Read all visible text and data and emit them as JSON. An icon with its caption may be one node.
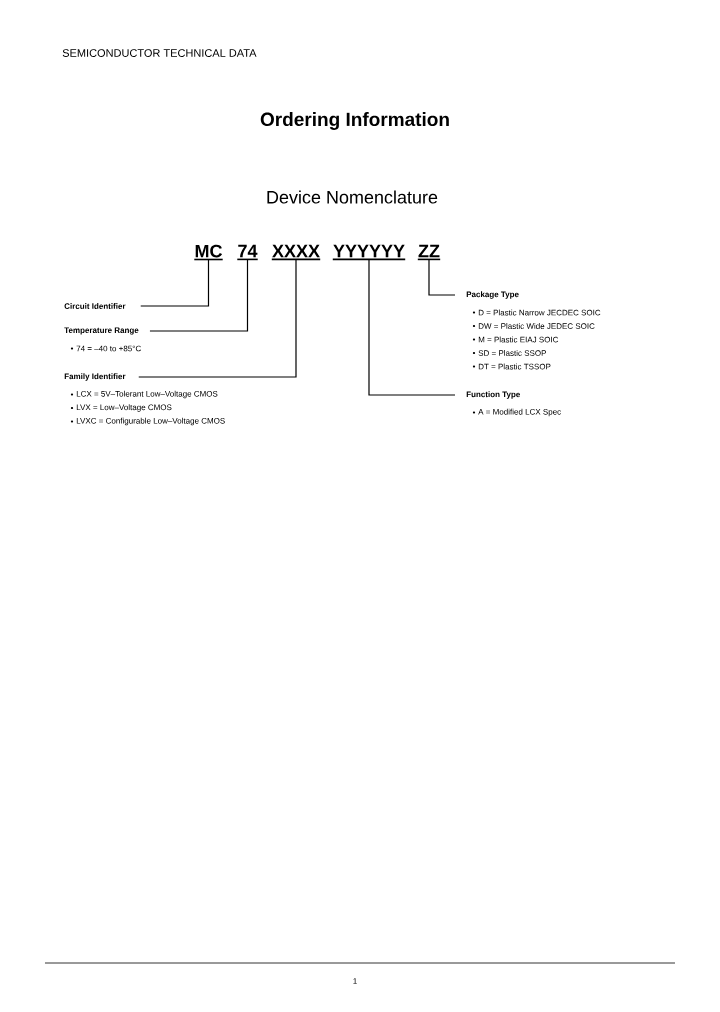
{
  "diagram": {
    "title": "Ordering Information",
    "nodes": [
      {
        "text": [
          "MC"
        ]
      },
      {
        "text": [
          "74"
        ]
      },
      {
        "text": [
          "XXXX"
        ]
      },
      {
        "text": [
          "YYYYYY"
        ]
      },
      {
        "text": [
          "ZZ"
        ]
      },
      {
        "text": [
          "Circuit Identifier"
        ]
      },
      {
        "text": [
          "Package Type",
          "D = Plastic Narrow JECDEC SOIC",
          "DW = Plastic Wide JEDEC SOIC",
          "M = Plastic EIAJ SOIC",
          "SD = Plastic SSOP",
          "DT = Plastic TSSOP"
        ]
      },
      {
        "text": [
          "Temperature Range",
          "74 = –40 to +85°C"
        ]
      },
      {
        "text": [
          "Family Identifier",
          "LCX = 5V–Tolerant Low–Voltage CMOS",
          "LVX = Low–Voltage CMOS",
          "LVXC = Configurable Low–Voltage CMOS"
        ]
      },
      {
        "text": [
          "Function Type",
          "A = Modified LCX Spec"
        ]
      }
    ],
    "edges": [
      {
        "from": 5,
        "to": 0,
        "arrow": "none"
      },
      {
        "from": 6,
        "to": 4,
        "arrow": "none"
      },
      {
        "from": 7,
        "to": 1,
        "arrow": "none"
      },
      {
        "from": 8,
        "to": 2,
        "arrow": "none"
      },
      {
        "from": 9,
        "to": 3,
        "arrow": "none"
      }
    ],
    "labels": [
      "SEMICONDUCTOR TECHNICAL DATA",
      "Device Nomenclature",
      "1"
    ]
  }
}
